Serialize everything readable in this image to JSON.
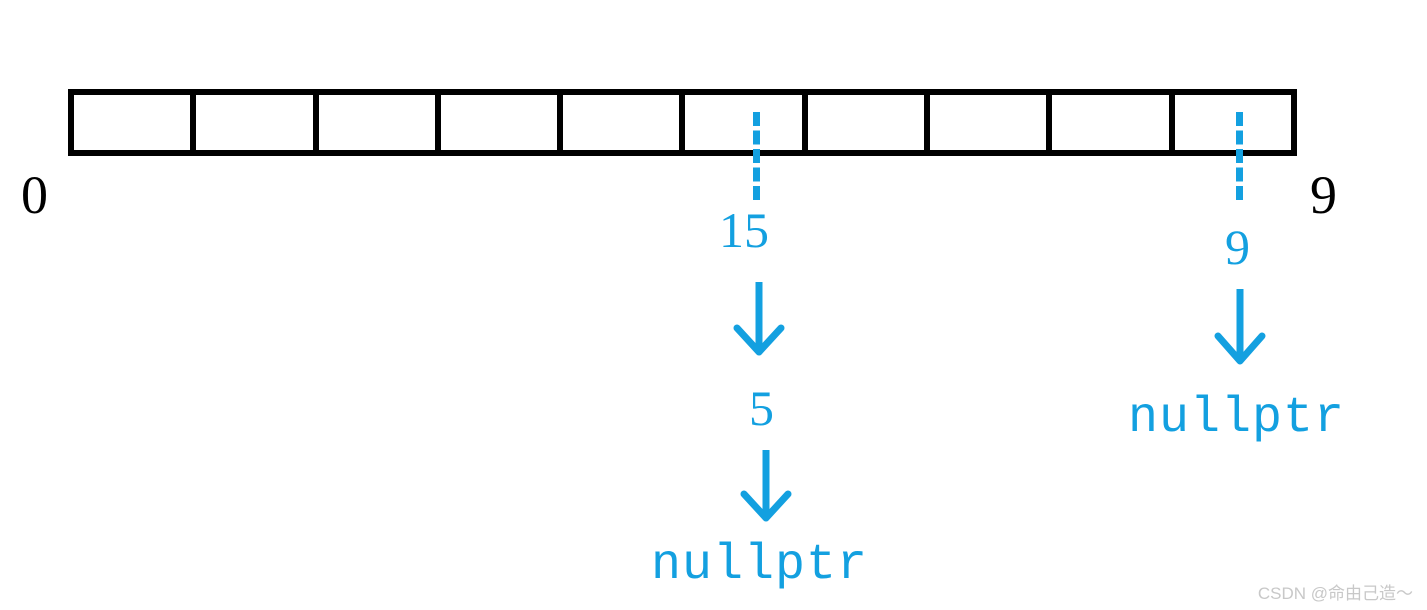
{
  "diagram": {
    "title": "hash-table-separate-chaining",
    "colors": {
      "accent_blue": "#13A0E0",
      "outline_black": "#000000",
      "background": "#ffffff",
      "watermark_gray": "#c8c8c8"
    },
    "array": {
      "slot_count": 10,
      "start_index_label": "0",
      "end_index_label": "9",
      "cells": [
        {
          "index": "0",
          "value": ""
        },
        {
          "index": "1",
          "value": ""
        },
        {
          "index": "2",
          "value": ""
        },
        {
          "index": "3",
          "value": ""
        },
        {
          "index": "4",
          "value": ""
        },
        {
          "index": "5",
          "value": ""
        },
        {
          "index": "6",
          "value": ""
        },
        {
          "index": "7",
          "value": ""
        },
        {
          "index": "8",
          "value": ""
        },
        {
          "index": "9",
          "value": ""
        }
      ]
    },
    "chains": [
      {
        "bucket": "5",
        "nodes": [
          "15",
          "5"
        ],
        "terminator": "nullptr"
      },
      {
        "bucket": "9",
        "nodes": [
          "9"
        ],
        "terminator": "nullptr"
      }
    ]
  },
  "labels": {
    "chain_a_node_1": "15",
    "chain_a_node_2": "5",
    "chain_a_null": "nullptr",
    "chain_b_node_1": "9",
    "chain_b_null": "nullptr"
  },
  "watermark": {
    "text": "CSDN @命由己造～"
  }
}
